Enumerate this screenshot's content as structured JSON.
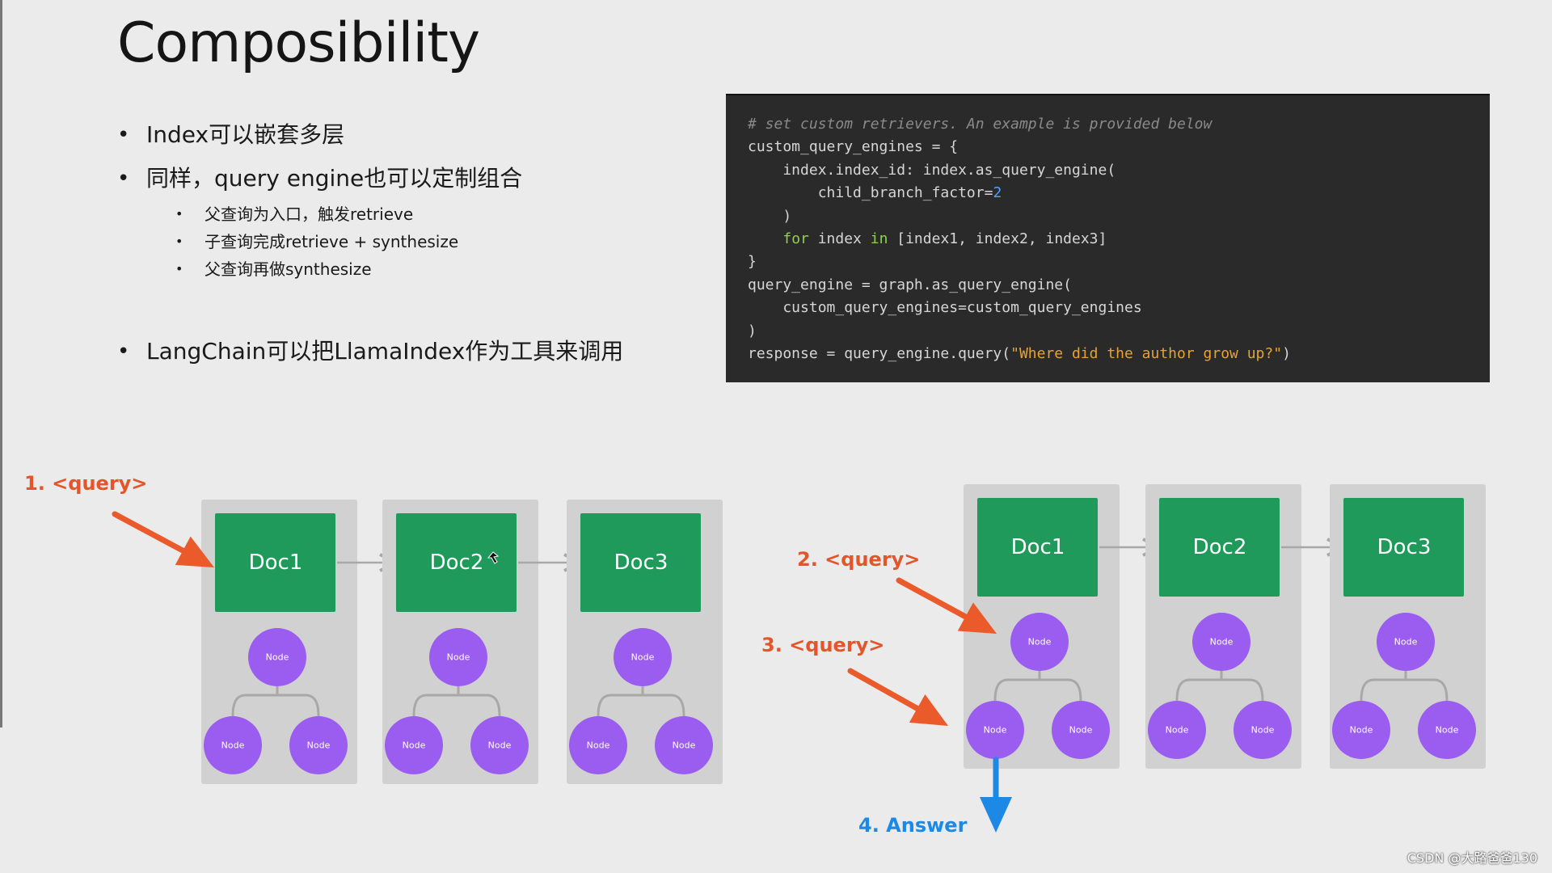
{
  "title": "Composibility",
  "bullets": {
    "b1": "Index可以嵌套多层",
    "b2": "同样，query engine也可以定制组合",
    "sub1": "父查询为入口，触发retrieve",
    "sub2": "子查询完成retrieve + synthesize",
    "sub3": "父查询再做synthesize",
    "b3": "LangChain可以把LlamaIndex作为工具来调用"
  },
  "code": {
    "line1": "# set custom retrievers. An example is provided below",
    "line2": "custom_query_engines = {",
    "line3": "    index.index_id: index.as_query_engine(",
    "line4a": "        child_branch_factor=",
    "line4b": "2",
    "line5": "    )",
    "line6a": "    ",
    "line6b": "for",
    "line6c": " index ",
    "line6d": "in",
    "line6e": " [index1, index2, index3]",
    "line7": "}",
    "line8": "query_engine = graph.as_query_engine(",
    "line9": "    custom_query_engines=custom_query_engines",
    "line10": ")",
    "line11a": "response = query_engine.query(",
    "line11b": "\"Where did the author grow up?\"",
    "line11c": ")"
  },
  "diagram": {
    "docs": [
      "Doc1",
      "Doc2",
      "Doc3"
    ],
    "node_label": "Node",
    "query1": "1. <query>",
    "query2": "2. <query>",
    "query3": "3. <query>",
    "answer": "4. Answer",
    "colors": {
      "doc": "#1f9a5a",
      "node": "#9b5cf0",
      "query_arrow": "#ea5a2a",
      "answer_arrow": "#1e88e5",
      "column_bg": "#d1d1d1"
    }
  },
  "watermark": "CSDN @大路爸爸130"
}
